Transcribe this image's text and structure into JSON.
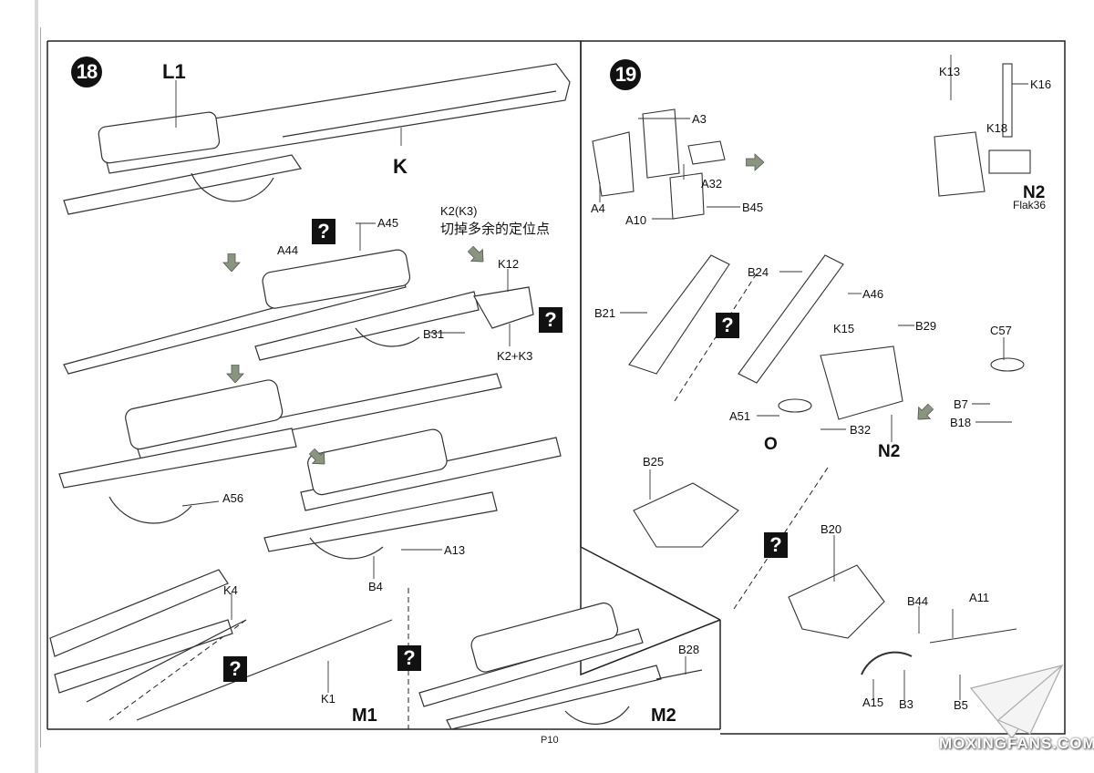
{
  "page": {
    "page_number": "P10",
    "watermark": "MOXINGFANS.COM"
  },
  "colors": {
    "arrow_fill": "#8a9580",
    "step_badge": "#111111",
    "question_badge": "#111111"
  },
  "step18": {
    "number": "18",
    "labels": {
      "L1": "L1",
      "K": "K",
      "K2K3": "K2(K3)",
      "note_cn": "切掉多余的定位点",
      "A44": "A44",
      "A45": "A45",
      "K12": "K12",
      "B31": "B31",
      "K2plusK3": "K2+K3",
      "A56": "A56",
      "A13": "A13",
      "B4": "B4",
      "K4": "K4",
      "K1": "K1",
      "M1": "M1",
      "M2": "M2",
      "B28": "B28"
    },
    "question_icon": "?"
  },
  "step19": {
    "number": "19",
    "labels": {
      "A3": "A3",
      "A4": "A4",
      "A32": "A32",
      "A10": "A10",
      "B45": "B45",
      "K13": "K13",
      "K16": "K16",
      "K18": "K18",
      "N2_top": "N2",
      "flak": "Flak36",
      "B24": "B24",
      "A46": "A46",
      "B21": "B21",
      "K15": "K15",
      "B29": "B29",
      "C57": "C57",
      "B7": "B7",
      "B18": "B18",
      "A51": "A51",
      "B32": "B32",
      "O": "O",
      "N2_mid": "N2",
      "B25": "B25",
      "B20": "B20",
      "B44": "B44",
      "A11": "A11",
      "A15": "A15",
      "B3": "B3",
      "B5": "B5"
    },
    "question_icon": "?"
  }
}
